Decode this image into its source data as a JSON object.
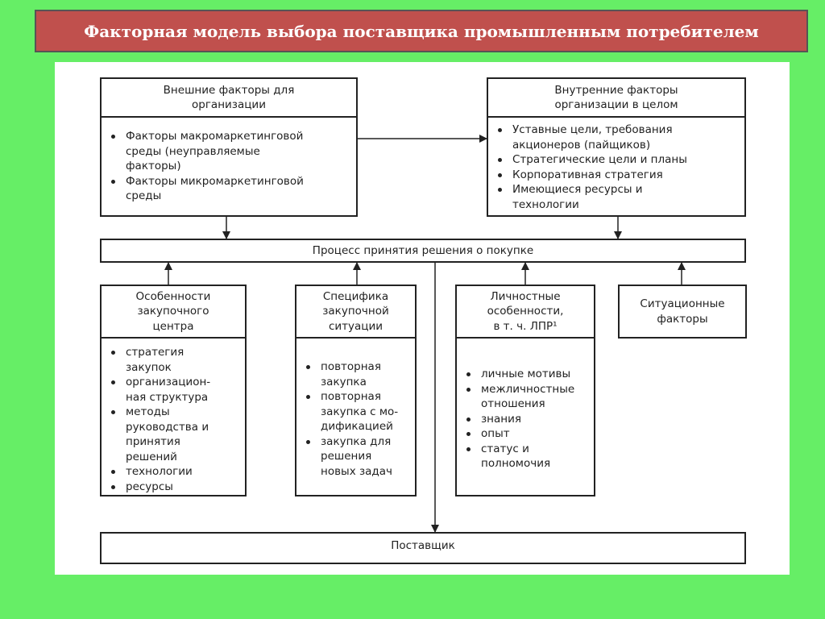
{
  "title": "Факторная модель выбора поставщика промышленным потребителем",
  "external": {
    "header": [
      "Внешние факторы для",
      "организации"
    ],
    "items": [
      [
        "Факторы макромаркетинговой",
        "среды (неуправляемые",
        "факторы)"
      ],
      [
        "Факторы микромаркетинговой",
        "среды"
      ]
    ]
  },
  "internal": {
    "header": [
      "Внутренние факторы",
      "организации в целом"
    ],
    "items": [
      [
        "Уставные цели, требования",
        "акционеров (пайщиков)"
      ],
      [
        "Стратегические цели и планы"
      ],
      [
        "Корпоративная стратегия"
      ],
      [
        "Имеющиеся ресурсы и",
        "технологии"
      ]
    ]
  },
  "process": "Процесс принятия решения о покупке",
  "buying_center": {
    "header": [
      "Особенности",
      "закупочного",
      "центра"
    ],
    "items": [
      [
        "стратегия",
        "закупок"
      ],
      [
        "организацион-",
        "ная структура"
      ],
      [
        "методы",
        "руководства и",
        "принятия",
        "решений"
      ],
      [
        "технологии"
      ],
      [
        "ресурсы"
      ]
    ]
  },
  "situation": {
    "header": [
      "Специфика",
      "закупочной",
      "ситуации"
    ],
    "items": [
      [
        "повторная",
        "закупка"
      ],
      [
        "повторная",
        "закупка с мо-",
        "дификацией"
      ],
      [
        "закупка для",
        "решения",
        "новых задач"
      ]
    ]
  },
  "personal": {
    "header": [
      "Личностные",
      "особенности,",
      "в т. ч. ЛПР¹"
    ],
    "items": [
      [
        "личные мотивы"
      ],
      [
        "межличностные",
        "отношения"
      ],
      [
        "знания"
      ],
      [
        "опыт"
      ],
      [
        "статус и",
        "полномочия"
      ]
    ]
  },
  "situational": [
    "Ситуационные",
    "факторы"
  ],
  "supplier": "Поставщик"
}
